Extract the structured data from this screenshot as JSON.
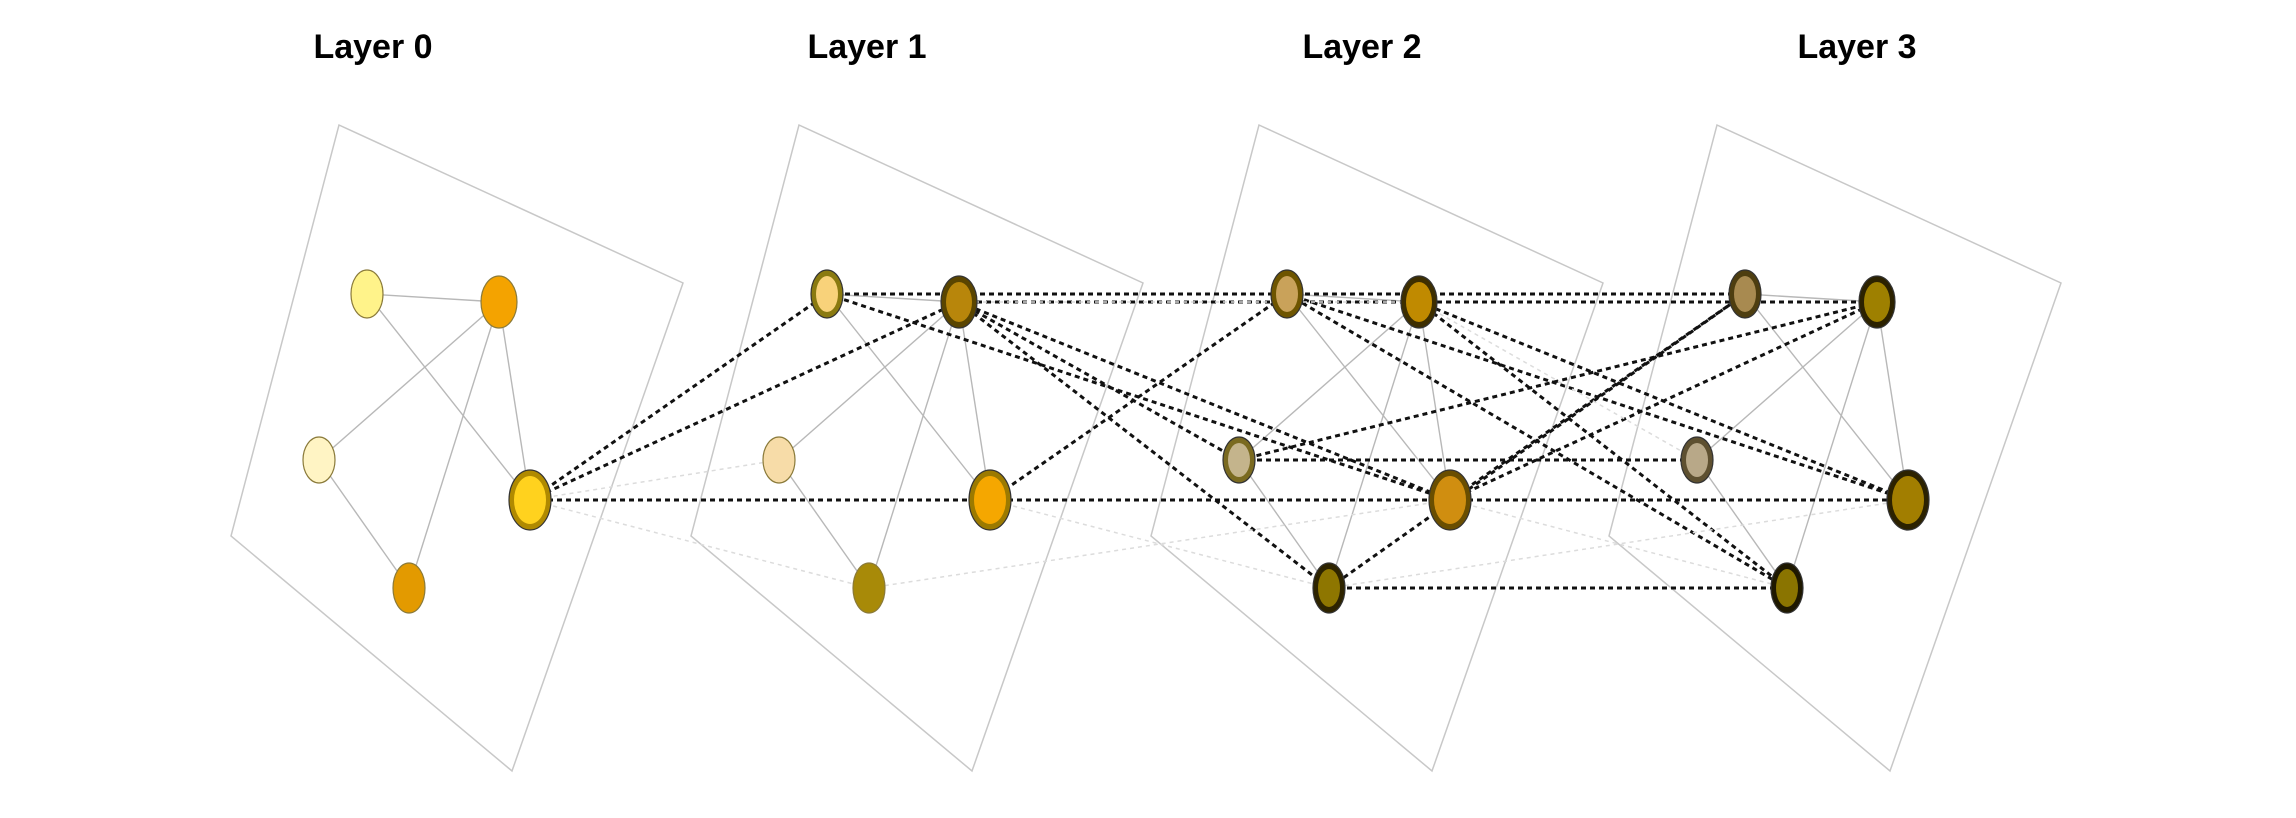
{
  "layers": [
    {
      "title": "Layer 0",
      "colors": {
        "n1": "#FFF38A",
        "n2": "#F4A300",
        "n3": "#FFF4C4",
        "n4": "#FFD21E",
        "n4_ring": "#B08A00",
        "n5": "#E39A00"
      }
    },
    {
      "title": "Layer 1",
      "colors": {
        "n1": "#F8D27A",
        "n1_ring": "#8A7A10",
        "n2": "#B8860B",
        "n2_ring": "#5A4500",
        "n3": "#F7DCA8",
        "n4": "#F5A700",
        "n4_ring": "#9C7A00",
        "n5": "#A88A08"
      }
    },
    {
      "title": "Layer 2",
      "colors": {
        "n1": "#C9A25A",
        "n1_ring": "#6E5500",
        "n2": "#C08A00",
        "n2_ring": "#3D2E00",
        "n3": "#C4B48C",
        "n3_ring": "#7A6A20",
        "n4": "#D08E10",
        "n4_ring": "#6A4E00",
        "n5": "#8E7600",
        "n5_ring": "#2E2400"
      }
    },
    {
      "title": "Layer 3",
      "colors": {
        "n1": "#A88A50",
        "n1_ring": "#4E3E10",
        "n2": "#9E8000",
        "n2_ring": "#2C2200",
        "n3": "#B8A888",
        "n3_ring": "#5E5030",
        "n4": "#A27E00",
        "n4_ring": "#2C2200",
        "n5": "#8A7400",
        "n5_ring": "#1E1800"
      }
    }
  ]
}
